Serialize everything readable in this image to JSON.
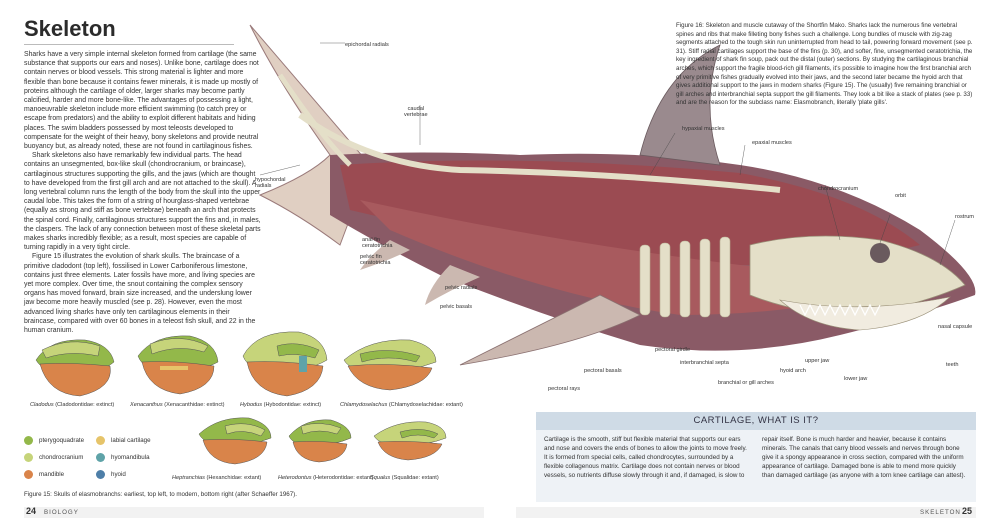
{
  "left_page": {
    "heading": "Skeleton",
    "paragraphs": [
      "Sharks have a very simple internal skeleton formed from cartilage (the same substance that supports our ears and noses). Unlike bone, cartilage does not contain nerves or blood vessels. This strong material is lighter and more flexible than bone because it contains fewer minerals, it is made up mostly of proteins although the cartilage of older, larger sharks may become partly calcified, harder and more bone-like. The advantages of possessing a light, manoeuvrable skeleton include more efficient swimming (to catch prey or escape from predators) and the ability to exploit different habitats and hiding places. The swim bladders possessed by most teleosts developed to compensate for the weight of their heavy, bony skeletons and provide neutral buoyancy but, as already noted, these are not found in cartilaginous fishes.",
      "Shark skeletons also have remarkably few individual parts. The head contains an unsegmented, box-like skull (chondrocranium, or braincase), cartilaginous structures supporting the gills, and the jaws (which are thought to have developed from the first gill arch and are not attached to the skull). A long vertebral column runs the length of the body from the skull into the upper caudal lobe. This takes the form of a string of hourglass-shaped vertebrae (equally as strong and stiff as bone vertebrae) beneath an arch that protects the spinal cord. Finally, cartilaginous structures support the fins and, in males, the claspers. The lack of any connection between most of these skeletal parts makes sharks incredibly flexible; as a result, most species are capable of turning rapidly in a very tight circle.",
      "Figure 15 illustrates the evolution of shark skulls. The braincase of a primitive cladodont (top left), fossilised in Lower Carboniferous limestone, contains just three elements. Later fossils have more, and living species are yet more complex. Over time, the snout containing the complex sensory organs has moved forward, brain size increased, and the underslung lower jaw become more heavily muscled (see p. 28). However, even the most advanced living sharks have only ten cartilaginous elements in their braincase, compared with over 60 bones in a teleost fish skull, and 22 in the human cranium."
    ],
    "skulls": [
      {
        "genus": "Cladodus",
        "rest": " (Cladodontidae: extinct)"
      },
      {
        "genus": "Xenacanthus",
        "rest": " (Xenacanthidae: extinct)"
      },
      {
        "genus": "Hybodus",
        "rest": " (Hybodontidae: extinct)"
      },
      {
        "genus": "Chlamydoselachus",
        "rest": " (Chlamydoselachidae: extant)"
      },
      {
        "genus": "Heptranchias",
        "rest": " (Hexanchidae: extant)"
      },
      {
        "genus": "Heterodontus",
        "rest": " (Heterodontidae: extant)"
      },
      {
        "genus": "Squalus",
        "rest": " (Squalidae: extant)"
      }
    ],
    "legend": [
      {
        "label": "pterygoquadrate",
        "color": "#93b84a"
      },
      {
        "label": "labial cartilage",
        "color": "#e6c46a"
      },
      {
        "label": "chondrocranium",
        "color": "#c6d47a"
      },
      {
        "label": "hyomandibula",
        "color": "#5fa3a8"
      },
      {
        "label": "mandible",
        "color": "#d9844a"
      },
      {
        "label": "hyoid",
        "color": "#4e7fa8"
      }
    ],
    "figure_caption": "Figure 15: Skulls of elasmobranchs: earliest, top left, to modern, bottom right (after Schaeffer 1967).",
    "page_number": "24",
    "section": "BIOLOGY"
  },
  "right_page": {
    "figure_caption": "Figure 16: Skeleton and muscle cutaway of the Shortfin Mako. Sharks lack the numerous fine vertebral spines and ribs that make filleting bony fishes such a challenge. Long bundles of muscle with zig-zag segments attached to the tough skin run uninterrupted from head to tail, powering forward movement (see p. 31). Stiff radial cartilages support the base of the fins (p. 30), and softer, fine, unsegmented ceratotrichia, the key ingredient of shark fin soup, pack out the distal (outer) sections. By studying the cartilaginous branchial arches, which support the fragile blood-rich gill filaments, it's possible to imagine how the first branchial arch of very primitive fishes gradually evolved into their jaws, and the second later became the hyoid arch that gives additional support to the jaws in modern sharks (Figure 15). The (usually) five remaining branchial or gill arches and interbranchial septa support the gill filaments. They look a bit like a stack of plates (see p. 33) and are the reason for the subclass name: Elasmobranch, literally 'plate gills'.",
    "labels": {
      "epichordal": "epichordal radials",
      "caudal": "caudal\nvertebrae",
      "hypochordal": "hypochordal\nradials",
      "hypaxial": "hypaxial muscles",
      "epaxial": "epaxial muscles",
      "chondrocranium": "chondrocranium",
      "orbit": "orbit",
      "rostrum": "rostrum",
      "anal_fin": "anal fin\nceratotrichia",
      "pelvic_fin": "pelvic fin\nceratotrichia",
      "pelvic_radials": "pelvic radials",
      "pelvic_basals": "pelvic basals",
      "nasal_capsule": "nasal capsule",
      "teeth": "teeth",
      "pectoral_girdle": "pectoral girdle",
      "upper_jaw": "upper jaw",
      "hyoid_arch": "hyoid arch",
      "lower_jaw": "lower jaw",
      "pectoral_basals": "pectoral basals",
      "interbranchial": "interbranchial septa",
      "branchial": "branchial or gill arches",
      "pectoral_rays": "pectoral rays"
    },
    "box": {
      "title": "CARTILAGE, WHAT IS IT?",
      "col1": "Cartilage is the smooth, stiff but flexible material that supports our ears and nose and covers the ends of bones to allow the joints to move freely. It is formed from special cells, called chondrocytes, surrounded by a flexible collagenous matrix. Cartilage does not contain nerves or blood vessels, so nutrients diffuse slowly through it and, if damaged, is slow to",
      "col2": "repair itself. Bone is much harder and heavier, because it contains minerals. The canals that carry blood vessels and nerves through bone give it a spongy appearance in cross section, compared with the uniform appearance of cartilage. Damaged bone is able to mend more quickly than damaged cartilage (as anyone with a torn knee cartilage can attest)."
    },
    "page_number": "25",
    "section": "SKELETON"
  },
  "colors": {
    "muscle": "#9b4b52",
    "skin": "#8a5a66",
    "bone": "#e4dfc8",
    "box_bg": "#eef2f6",
    "box_title_bg": "#cfdbe6"
  }
}
